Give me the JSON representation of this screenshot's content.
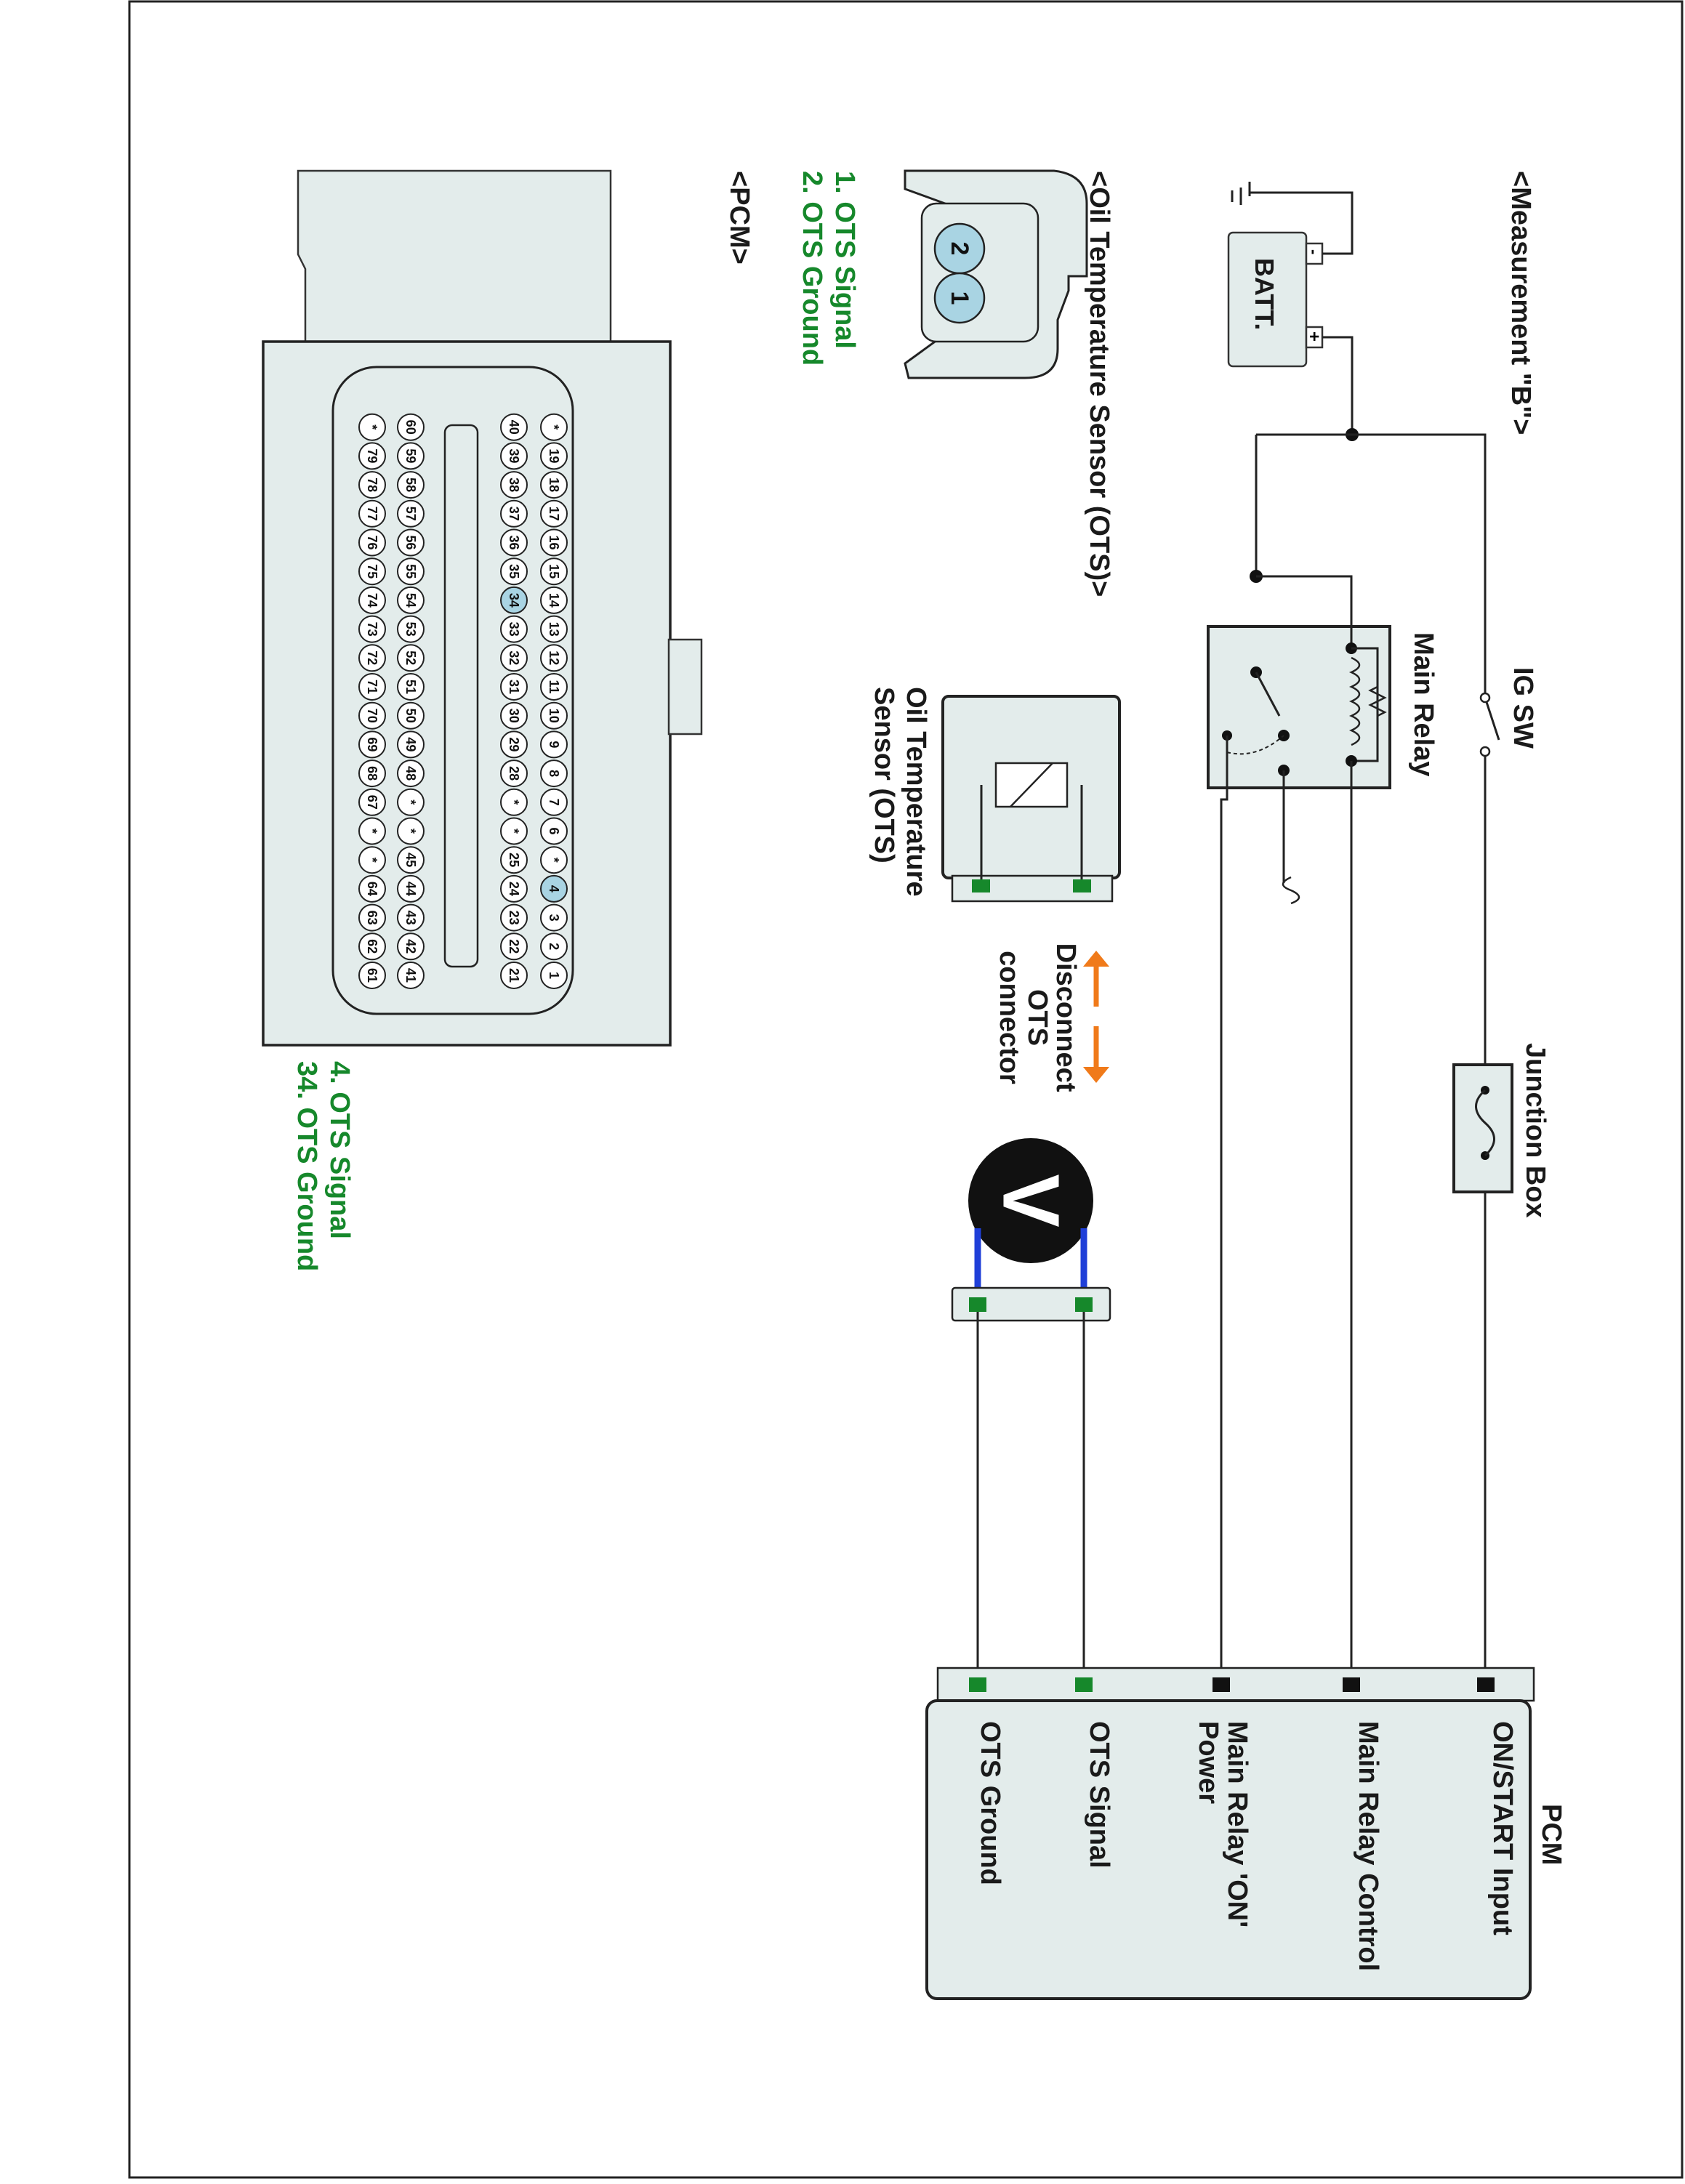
{
  "title": "<Measurement \"B\">",
  "components": {
    "battery": {
      "label": "BATT.",
      "minus": "-",
      "plus": "+"
    },
    "ig_switch": {
      "label": "IG SW"
    },
    "main_relay": {
      "label": "Main Relay"
    },
    "junction_box": {
      "label": "Junction Box"
    },
    "ots_sensor": {
      "label_line1": "Oil Temperature",
      "label_line2": "Sensor (OTS)"
    },
    "disconnect": {
      "line1": "Disconnect",
      "line2": "OTS",
      "line3": "connector"
    },
    "voltmeter": {
      "symbol": "V"
    },
    "pcm": {
      "label": "PCM",
      "terminals": [
        {
          "line1": "ON/START Input",
          "line2": "",
          "color": "#1a1a1a"
        },
        {
          "line1": "Main Relay Control",
          "line2": "",
          "color": "#1a1a1a"
        },
        {
          "line1": "Main Relay 'ON'",
          "line2": "Power",
          "color": "#1a1a1a"
        },
        {
          "line1": "OTS Signal",
          "line2": "",
          "color": "#16882b"
        },
        {
          "line1": "OTS Ground",
          "line2": "",
          "color": "#16882b"
        }
      ]
    }
  },
  "ots_connector": {
    "title": "<Oil Temperature Sensor (OTS)>",
    "pins": [
      "2",
      "1"
    ],
    "legend": [
      "1. OTS Signal",
      "2. OTS Ground"
    ]
  },
  "pcm_connector": {
    "title": "<PCM>",
    "legend": [
      "4. OTS Signal",
      "34. OTS Ground"
    ],
    "row1": [
      "1",
      "2",
      "3",
      "4",
      "*",
      "6",
      "7",
      "8",
      "9",
      "10",
      "11",
      "12",
      "13",
      "14",
      "15",
      "16",
      "17",
      "18",
      "19",
      "*"
    ],
    "row2": [
      "21",
      "22",
      "23",
      "24",
      "25",
      "*",
      "*",
      "28",
      "29",
      "30",
      "31",
      "32",
      "33",
      "34",
      "35",
      "36",
      "37",
      "38",
      "39",
      "40"
    ],
    "row3": [
      "41",
      "42",
      "43",
      "44",
      "45",
      "*",
      "*",
      "48",
      "49",
      "50",
      "51",
      "52",
      "53",
      "54",
      "55",
      "56",
      "57",
      "58",
      "59",
      "60"
    ],
    "row4": [
      "61",
      "62",
      "63",
      "64",
      "*",
      "*",
      "67",
      "68",
      "69",
      "70",
      "71",
      "72",
      "73",
      "74",
      "75",
      "76",
      "77",
      "78",
      "79",
      "*"
    ],
    "highlighted": [
      "4",
      "34"
    ]
  },
  "colors": {
    "green": "#16882b",
    "orange": "#f07a1a",
    "blue": "#1f3fd8",
    "panel": "#e3eceb",
    "highlight": "#a9d4e3"
  }
}
